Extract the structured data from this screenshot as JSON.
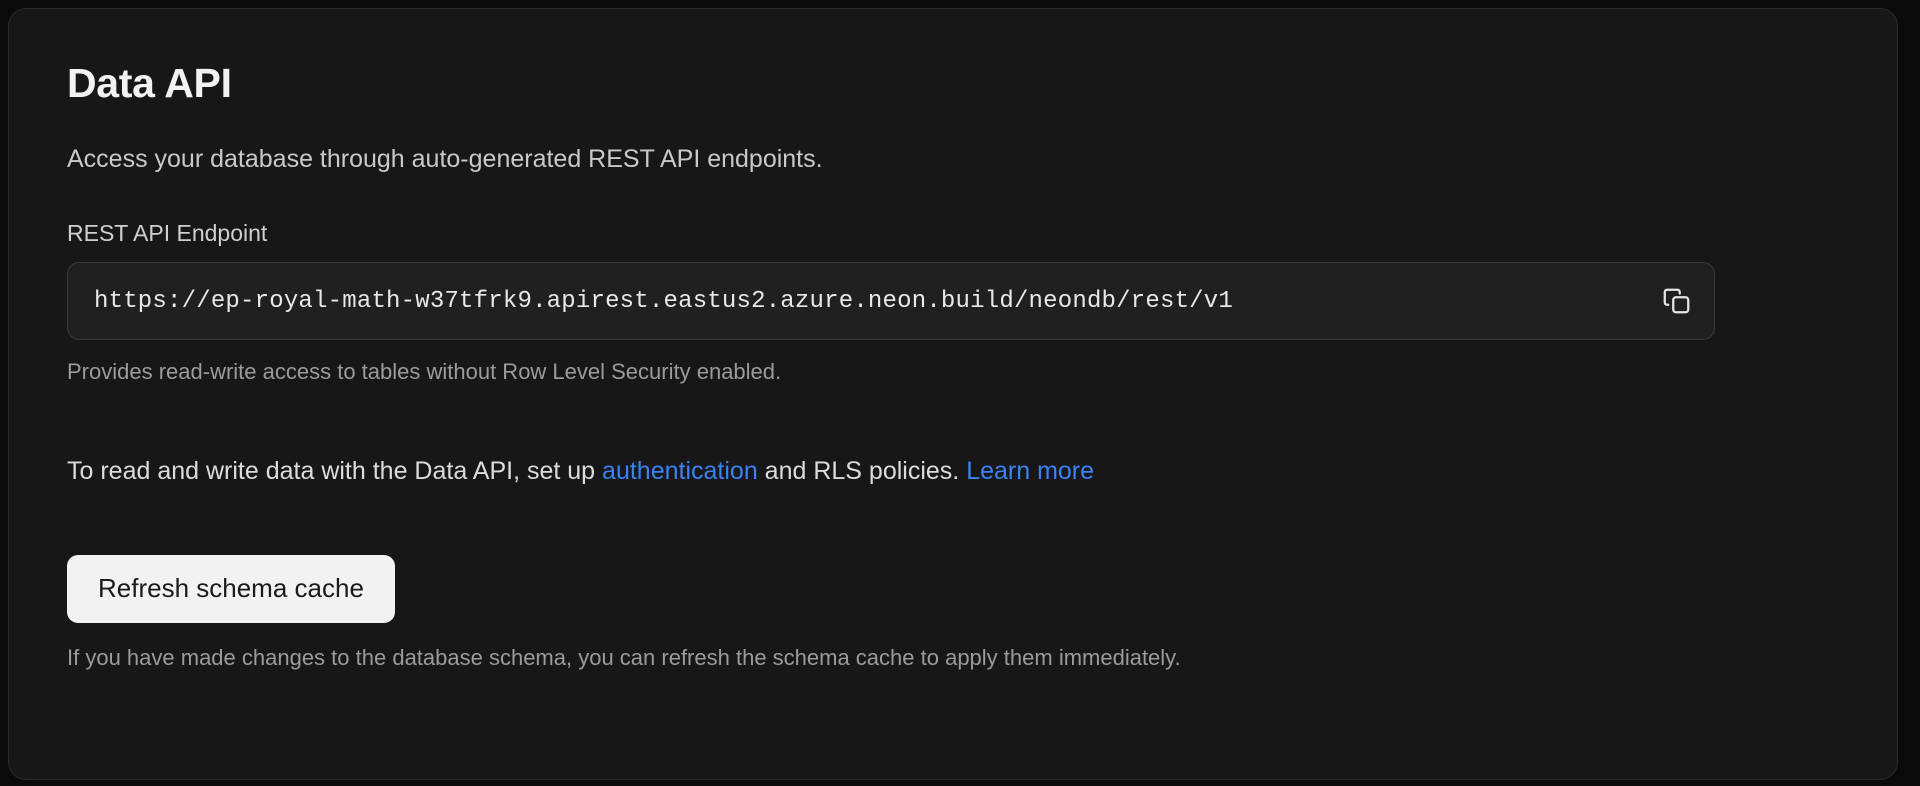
{
  "card": {
    "title": "Data API",
    "description": "Access your database through auto-generated REST API endpoints.",
    "endpoint": {
      "label": "REST API Endpoint",
      "value": "https://ep-royal-math-w37tfrk9.apirest.eastus2.azure.neon.build/neondb/rest/v1",
      "placeholder": "https://",
      "copy_icon": "copy-icon",
      "helper": "Provides read-write access to tables without Row Level Security enabled."
    },
    "rls_note": {
      "part1": "To read and write data with the Data API, set up ",
      "link_auth": "authentication",
      "part2": " and RLS policies. ",
      "link_learn_more": "Learn more"
    },
    "refresh": {
      "button_label": "Refresh schema cache",
      "helper": "If you have made changes to the database schema, you can refresh the schema cache to apply them immediately."
    }
  },
  "colors": {
    "page_background": "#0a0a0a",
    "card_background": "#171717",
    "card_border": "#2a2a2a",
    "input_background": "#202020",
    "input_border": "#3a3a3a",
    "link": "#3b82f6",
    "button_background": "#f2f2f2",
    "button_text": "#1a1a1a",
    "muted_text": "#9b9b9b"
  }
}
